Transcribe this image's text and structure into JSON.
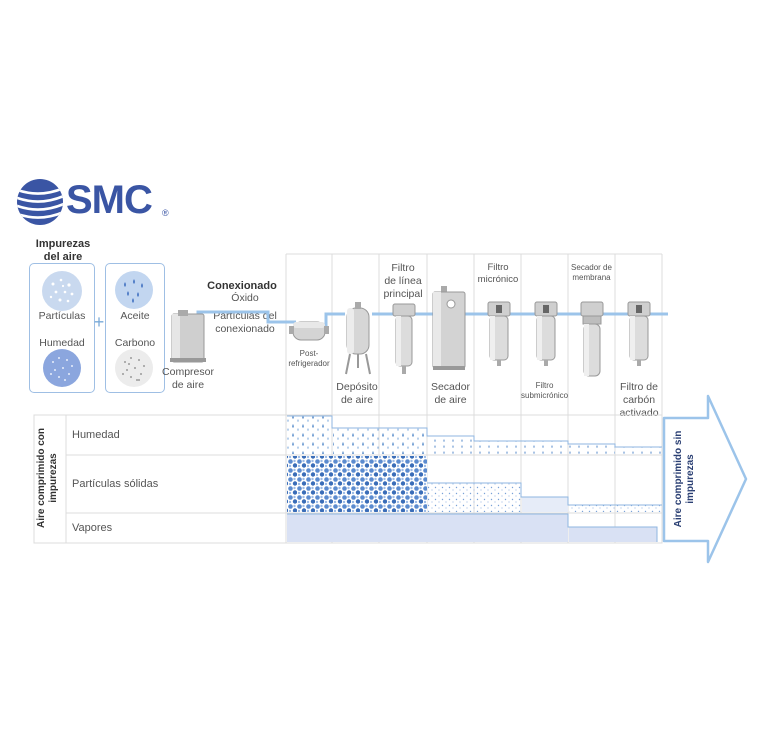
{
  "brand": {
    "name": "SMC",
    "registered": "®",
    "color": "#3a55a4"
  },
  "impurities": {
    "title_line1": "Impurezas",
    "title_line2": "del aire",
    "box1": {
      "item1": "Partículas",
      "item2": "Humedad"
    },
    "plus": "+",
    "box2": {
      "item1": "Aceite",
      "item2": "Carbono"
    }
  },
  "piping": {
    "title": "Conexionado",
    "item1": "Óxido",
    "item2_line1": "Partículas del",
    "item2_line2": "conexionado"
  },
  "equipment": {
    "compressor": {
      "line1": "Compresor",
      "line2": "de aire"
    },
    "aftercooler": {
      "line1": "Post-",
      "line2": "refrigerador"
    },
    "tank": {
      "line1": "Depósito",
      "line2": "de aire"
    },
    "main_filter": {
      "line1": "Filtro",
      "line2": "de línea",
      "line3": "principal"
    },
    "dryer": {
      "line1": "Secador",
      "line2": "de aire"
    },
    "micro_filter": {
      "line1": "Filtro",
      "line2": "micrónico"
    },
    "submicro_filter": {
      "line1": "Filtro",
      "line2": "submicrónico"
    },
    "membrane_dryer": {
      "line1": "Secador de",
      "line2": "membrana"
    },
    "carbon_filter": {
      "line1": "Filtro de",
      "line2": "carbón",
      "line3": "activado"
    }
  },
  "table": {
    "left_vertical_line1": "Aire comprimido con",
    "left_vertical_line2": "impurezas",
    "rows": [
      "Humedad",
      "Partículas sólidas",
      "Vapores"
    ],
    "right_arrow_line1": "Aire comprimido sin",
    "right_arrow_line2": "impurezas"
  },
  "colors": {
    "accent": "#7aaad8",
    "dark_blue": "#2a3f73",
    "light_fill": "#dfe6f5",
    "line": "#8fb6e0"
  }
}
